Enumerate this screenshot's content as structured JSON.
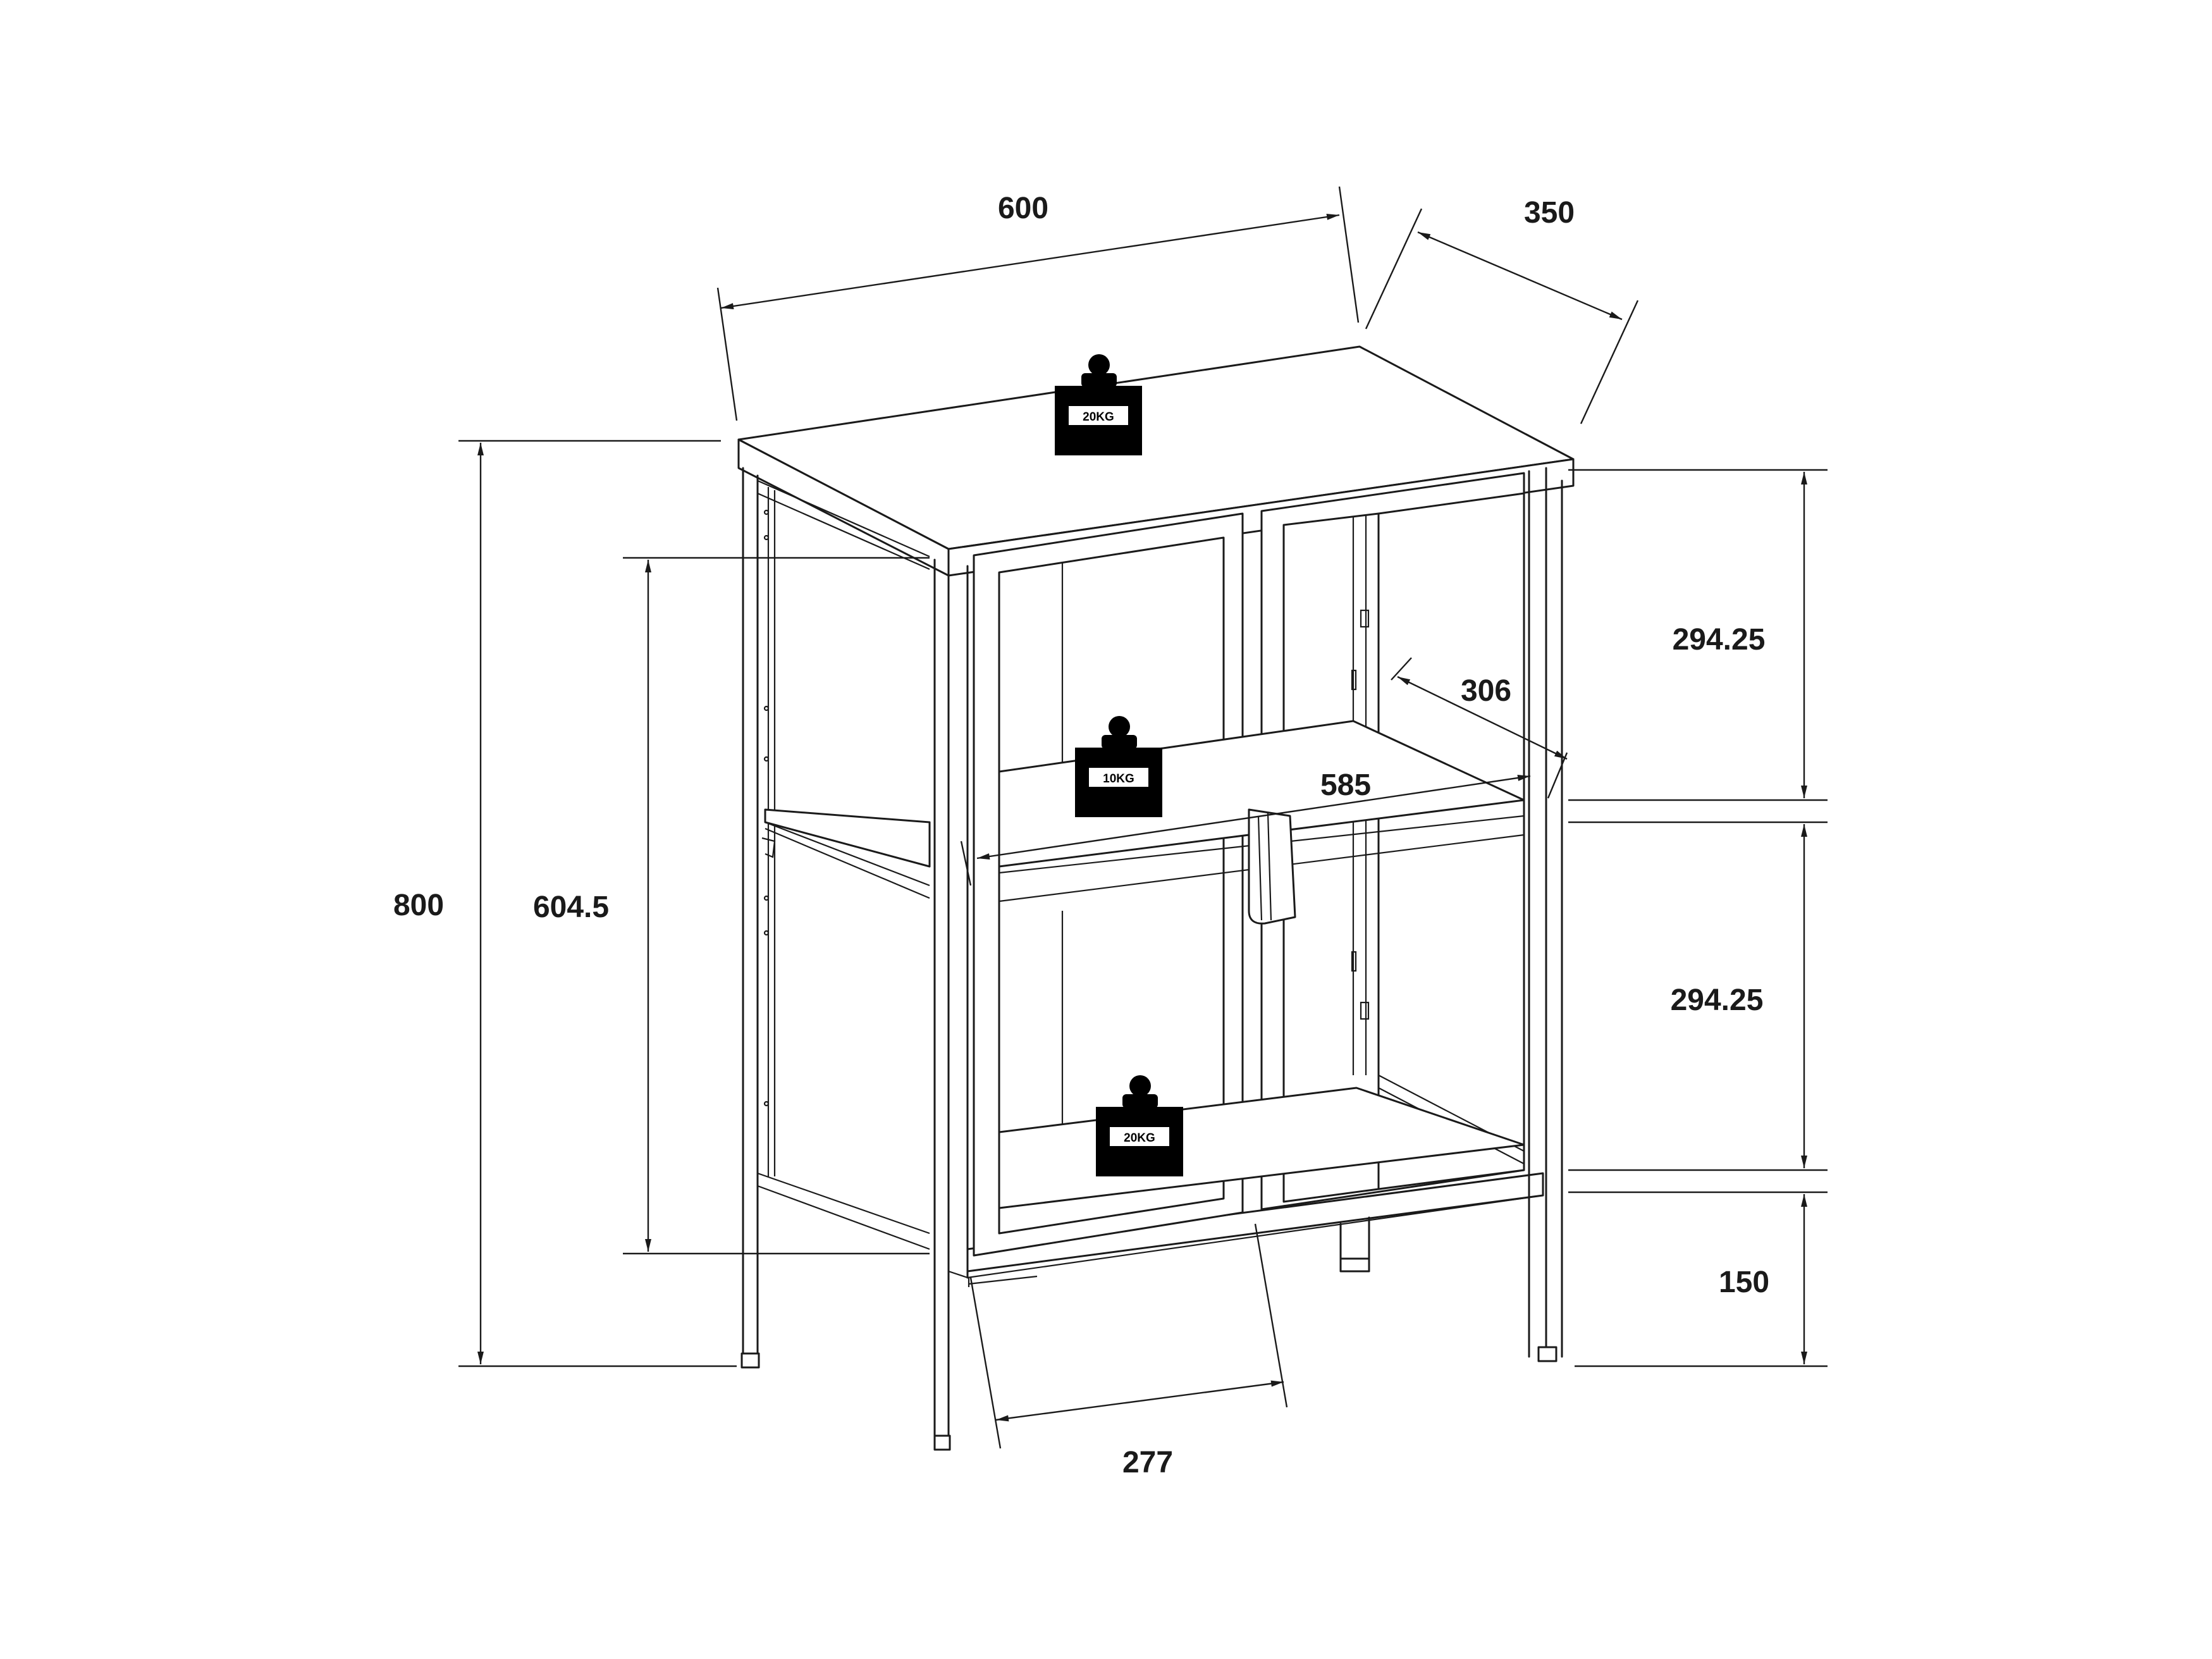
{
  "dimensions": {
    "width": "600",
    "depth": "350",
    "height": "800",
    "inner_height": "604.5",
    "compartment_upper": "294.25",
    "compartment_lower": "294.25",
    "leg_height": "150",
    "shelf_depth": "306",
    "shelf_width": "585",
    "door_width": "277"
  },
  "load_labels": {
    "top": "20KG",
    "shelf": "10KG",
    "bottom": "20KG"
  },
  "colors": {
    "line": "#1a1a1a",
    "weight_fill": "#000000",
    "background": "#ffffff"
  },
  "icons": [
    "weight-icon"
  ]
}
